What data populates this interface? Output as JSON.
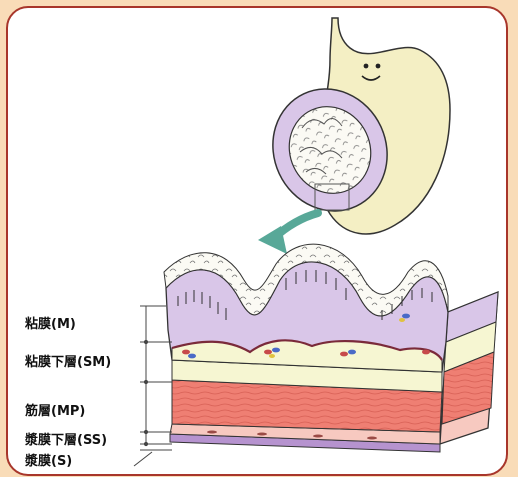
{
  "labels": {
    "mucosa": "粘膜(M)",
    "submucosa": "粘膜下層(SM)",
    "muscularis": "筋層(MP)",
    "subserosa": "漿膜下層(SS)",
    "serosa": "漿膜(S)"
  },
  "colors": {
    "page_background": "#f9dcb8",
    "frame_border": "#a8362b",
    "stomach": "#f4efc4",
    "mucosa": "#d9c6e8",
    "submucosa": "#f6f6d2",
    "muscle": "#ef7f73",
    "subserosa": "#f7c9c0",
    "arrow": "#58a898"
  }
}
